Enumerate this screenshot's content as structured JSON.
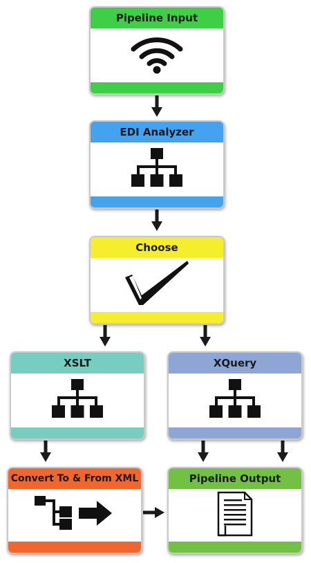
{
  "nodes": [
    {
      "key": "input",
      "title": "Pipeline Input",
      "icon": "wifi-icon",
      "color": "#3fcf47"
    },
    {
      "key": "edi",
      "title": "EDI Analyzer",
      "icon": "hierarchy-icon",
      "color": "#45a2ef"
    },
    {
      "key": "choose",
      "title": "Choose",
      "icon": "checkmark-icon",
      "color": "#f6ee2c"
    },
    {
      "key": "xslt",
      "title": "XSLT",
      "icon": "hierarchy-icon",
      "color": "#78cdc1"
    },
    {
      "key": "xquery",
      "title": "XQuery",
      "icon": "hierarchy-icon",
      "color": "#8ea6d6"
    },
    {
      "key": "convert",
      "title": "Convert To & From XML",
      "icon": "tree-arrow-icon",
      "color": "#f0662c"
    },
    {
      "key": "output",
      "title": "Pipeline Output",
      "icon": "document-icon",
      "color": "#72c144"
    }
  ],
  "connector_color": "#1a1a1a"
}
